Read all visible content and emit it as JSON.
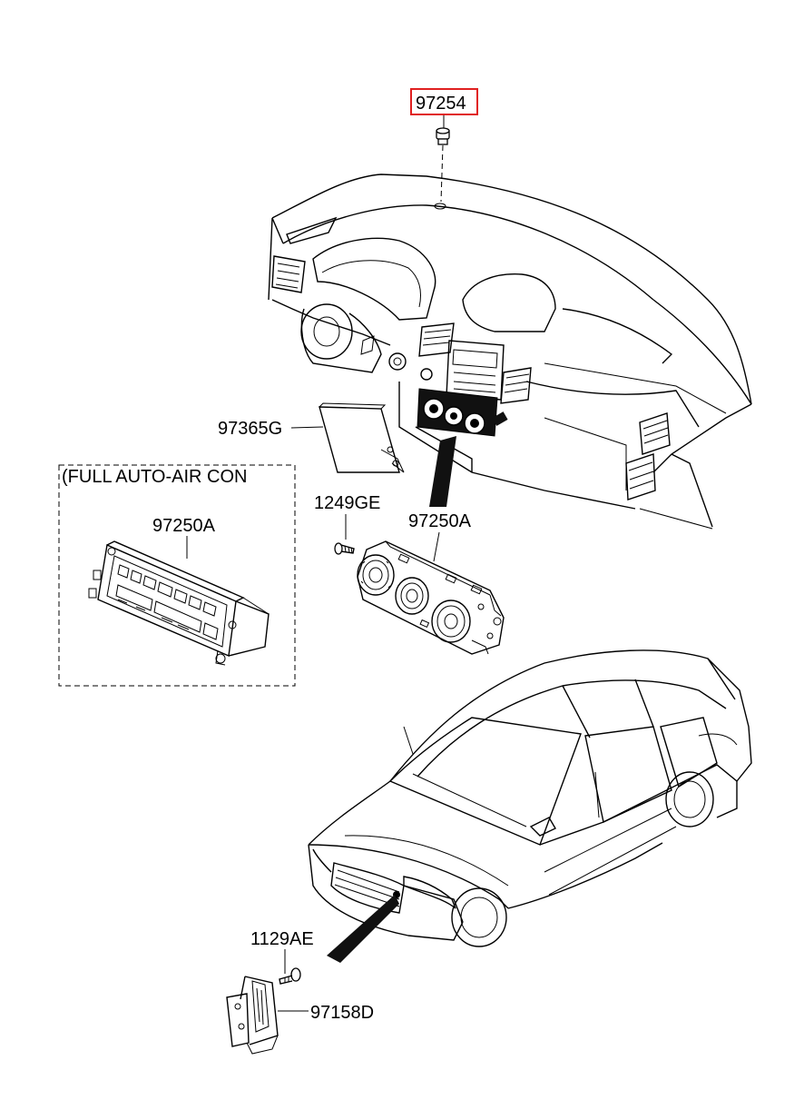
{
  "labels": {
    "sensor_top": "97254",
    "cover": "97365G",
    "full_auto_box_title": "(FULL AUTO-AIR CON",
    "auto_controller": "97250A",
    "screw_upper": "1249GE",
    "manual_controller": "97250A",
    "bolt_lower": "1129AE",
    "ambient_sensor": "97158D"
  },
  "colors": {
    "highlight_box": "#e02020",
    "line": "#000000",
    "background": "#ffffff"
  }
}
